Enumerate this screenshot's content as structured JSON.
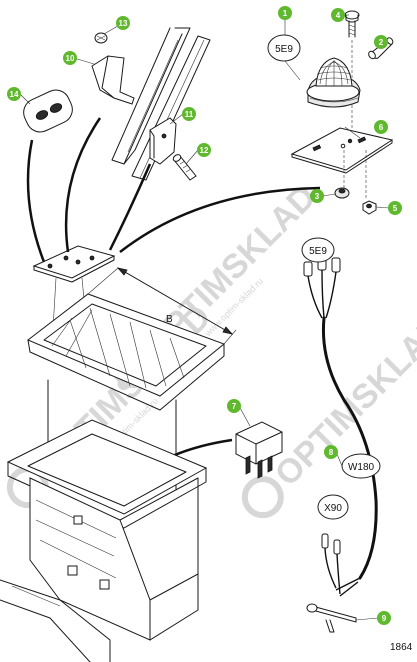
{
  "colors": {
    "badge": "#5fb82e",
    "ink": "#1a1a1a",
    "watermark": "#d7d7d7"
  },
  "watermark": {
    "text": "OPTIMSKLAD",
    "url": "www.optim-sklad.ru"
  },
  "callouts": [
    "1",
    "2",
    "3",
    "4",
    "5",
    "6",
    "7",
    "8",
    "9",
    "10",
    "11",
    "12",
    "13",
    "14"
  ],
  "labels": {
    "lamp_code": "5E9",
    "connector_code": "5E9",
    "harness": "W180",
    "plug": "X90"
  },
  "dimension": "B",
  "figure_number": "1864"
}
